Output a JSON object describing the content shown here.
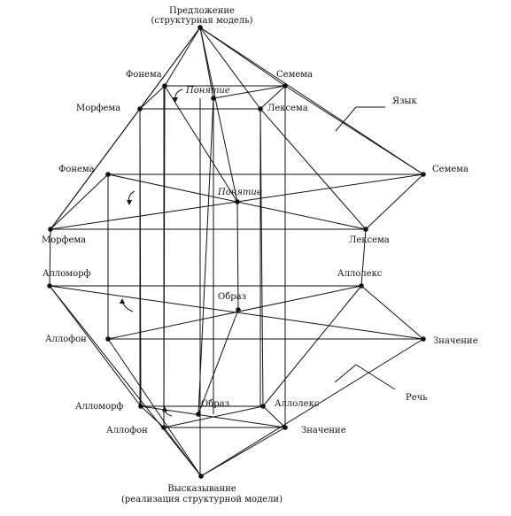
{
  "top_title": [
    "Предложение",
    "(структурная модель)"
  ],
  "bottom_title": [
    "Высказывание",
    "(реализация структурной модели)"
  ],
  "nodes": {
    "fonema_top": "Фонема",
    "ponyatie_top": "Понятие",
    "semema_top": "Семема",
    "morfema_top": "Морфема",
    "leksema_top": "Лексема",
    "fonema_mid": "Фонема",
    "ponyatie_mid": "Понятие",
    "semema_mid": "Семема",
    "morfema_mid": "Морфема",
    "leksema_mid": "Лексема",
    "allomorf_mid": "Алломорф",
    "alloleks_mid": "Аллолекс",
    "obraz_mid": "Образ",
    "allofon_mid": "Аллофон",
    "znachenie_mid": "Значение",
    "allomorf_bot": "Алломорф",
    "obraz_bot": "Образ",
    "alloleks_bot": "Аллолекс",
    "allofon_bot": "Аллофон",
    "znachenie_bot": "Значение"
  },
  "side_labels": {
    "language": "Язык",
    "speech": "Речь"
  },
  "colors": {
    "ink": "#111111",
    "background": "#ffffff"
  }
}
